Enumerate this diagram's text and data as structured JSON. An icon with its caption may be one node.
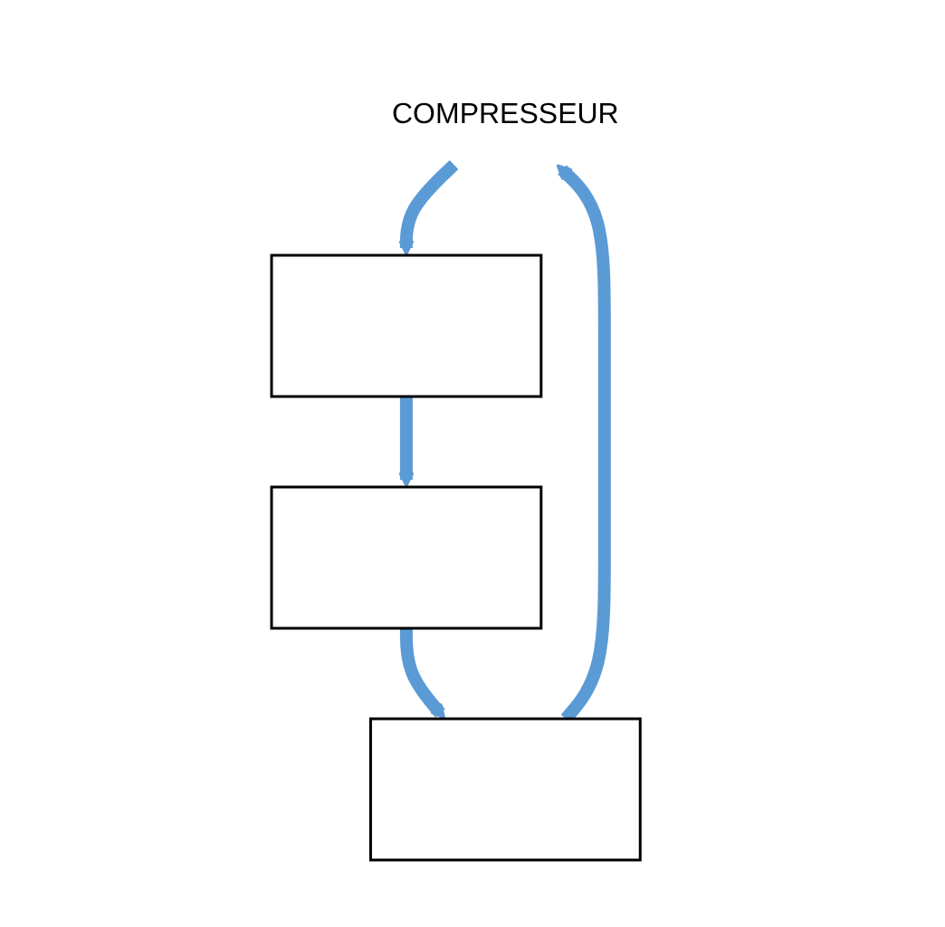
{
  "diagram": {
    "nodes": [
      {
        "text": [
          "COMPRESSEUR"
        ]
      },
      {
        "text": [],
        "shape": "box"
      },
      {
        "text": [],
        "shape": "box"
      },
      {
        "text": [],
        "shape": "box"
      }
    ],
    "edges": [
      {
        "from": 0,
        "to": 1,
        "arrow": "to"
      },
      {
        "from": 1,
        "to": 2,
        "arrow": "to"
      },
      {
        "from": 2,
        "to": 3,
        "arrow": "to"
      },
      {
        "from": 3,
        "to": 0,
        "arrow": "to"
      }
    ]
  }
}
